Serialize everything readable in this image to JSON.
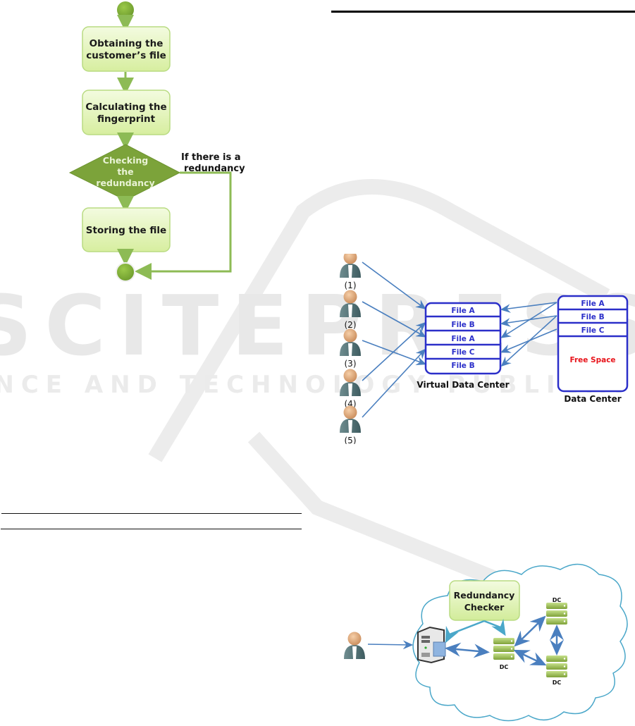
{
  "watermark": {
    "big": "SCITEPRESS",
    "small": "SCIENCE AND TECHNOLOGY PUBLICATIONS"
  },
  "flowchart": {
    "steps": [
      {
        "label_lines": [
          "Obtaining the",
          "customer’s file"
        ]
      },
      {
        "label_lines": [
          "Calculating the",
          "fingerprint"
        ]
      }
    ],
    "decision": {
      "label_lines": [
        "Checking",
        "the",
        "redundancy"
      ]
    },
    "branch_label_lines": [
      "If there is a",
      "redundancy"
    ],
    "final_step": {
      "label_lines": [
        "Storing the file"
      ]
    }
  },
  "vdc_diagram": {
    "users": [
      "(1)",
      "(2)",
      "(3)",
      "(4)",
      "(5)"
    ],
    "virtual_dc": {
      "label": "Virtual Data Center",
      "files": [
        "File A",
        "File B",
        "File A",
        "File C",
        "File B"
      ]
    },
    "data_center": {
      "label": "Data Center",
      "files": [
        "File A",
        "File B",
        "File C"
      ],
      "free_space": "Free Space"
    },
    "colors": {
      "box": "#2b2fc9",
      "text": "#2b2fc9",
      "arrow": "#4a7fbf",
      "free": "#e8141b"
    }
  },
  "cloud_diagram": {
    "checker_label_lines": [
      "Redundancy",
      "Checker"
    ],
    "dc_labels": [
      "DC",
      "DC",
      "DC"
    ]
  }
}
